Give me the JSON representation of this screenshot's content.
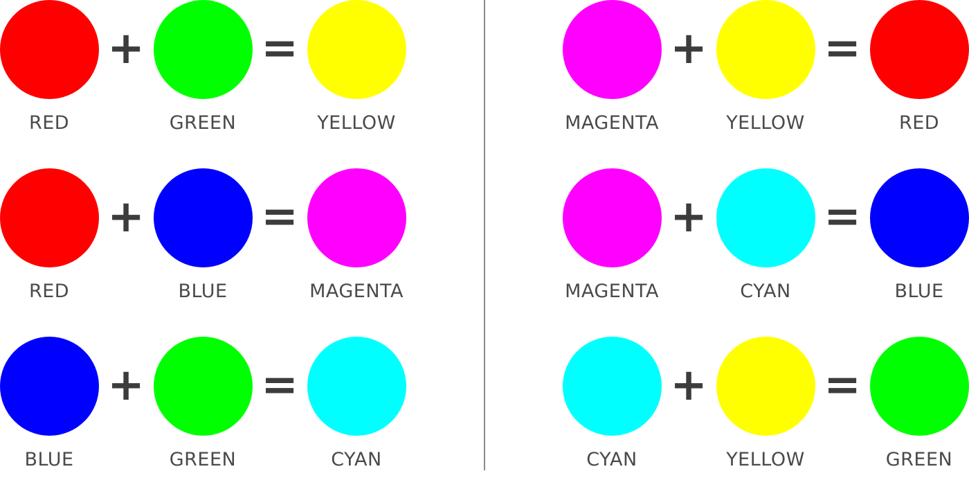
{
  "symbols": {
    "plus": "+",
    "equals": "="
  },
  "additive": {
    "rows": [
      {
        "a": {
          "label": "RED",
          "color": "#ff0000"
        },
        "b": {
          "label": "GREEN",
          "color": "#00ff00"
        },
        "result": {
          "label": "YELLOW",
          "color": "#ffff00"
        }
      },
      {
        "a": {
          "label": "RED",
          "color": "#ff0000"
        },
        "b": {
          "label": "BLUE",
          "color": "#0000ff"
        },
        "result": {
          "label": "MAGENTA",
          "color": "#ff00ff"
        }
      },
      {
        "a": {
          "label": "BLUE",
          "color": "#0000ff"
        },
        "b": {
          "label": "GREEN",
          "color": "#00ff00"
        },
        "result": {
          "label": "CYAN",
          "color": "#00ffff"
        }
      }
    ]
  },
  "subtractive": {
    "rows": [
      {
        "a": {
          "label": "MAGENTA",
          "color": "#ff00ff"
        },
        "b": {
          "label": "YELLOW",
          "color": "#ffff00"
        },
        "result": {
          "label": "RED",
          "color": "#ff0000"
        }
      },
      {
        "a": {
          "label": "MAGENTA",
          "color": "#ff00ff"
        },
        "b": {
          "label": "CYAN",
          "color": "#00ffff"
        },
        "result": {
          "label": "BLUE",
          "color": "#0000ff"
        }
      },
      {
        "a": {
          "label": "CYAN",
          "color": "#00ffff"
        },
        "b": {
          "label": "YELLOW",
          "color": "#ffff00"
        },
        "result": {
          "label": "GREEN",
          "color": "#00ff00"
        }
      }
    ]
  }
}
